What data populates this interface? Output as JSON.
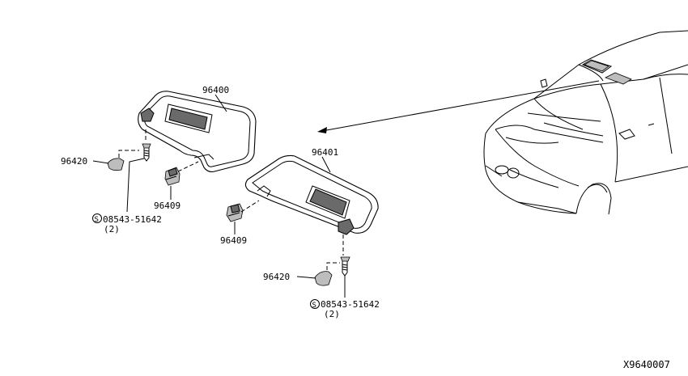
{
  "labels": {
    "visor_left": "96400",
    "visor_right": "96401",
    "holder_left": "96409",
    "holder_right": "96409",
    "cover_left": "96420",
    "cover_right": "96420",
    "screw_left": "08543-51642",
    "screw_left_qty": "(2)",
    "screw_right": "08543-51642",
    "screw_right_qty": "(2)",
    "screw_symbol": "S",
    "diagram_code": "X9640007"
  }
}
